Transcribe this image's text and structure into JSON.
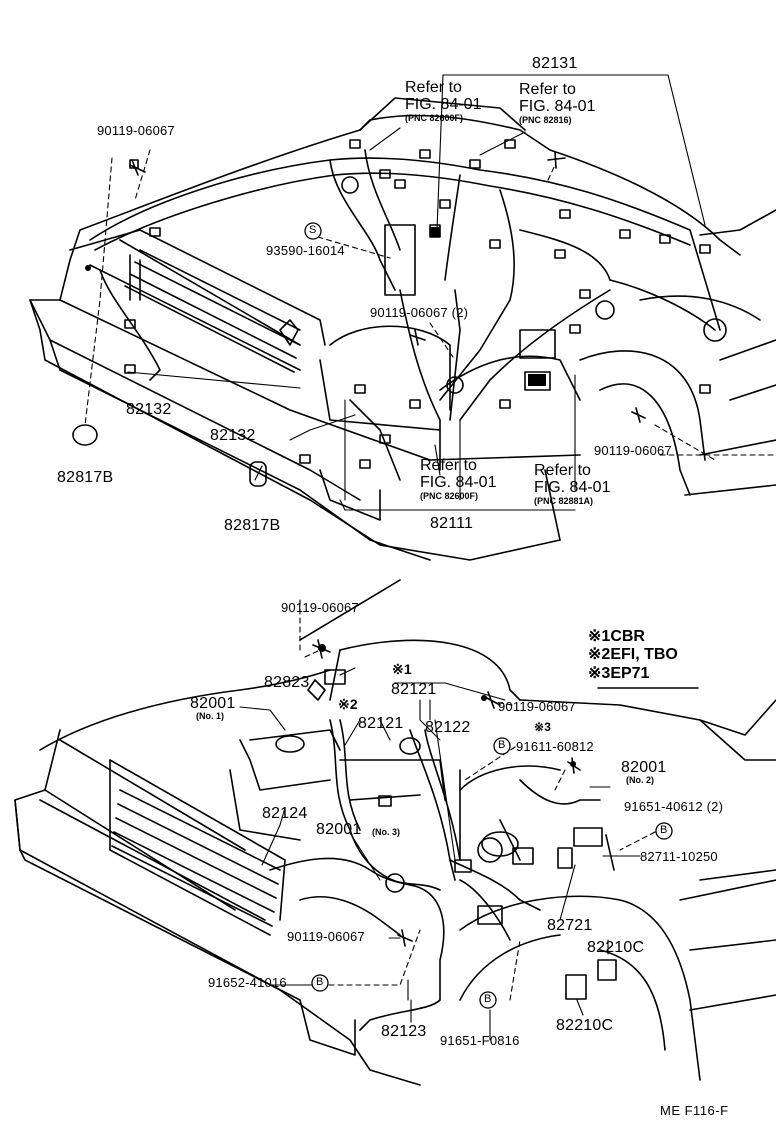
{
  "top": {
    "labels": {
      "p82131": "82131",
      "p90119_a": "90119-06067",
      "p93590": "93590-16014",
      "p90119_b": "90119-06067 (2)",
      "p82132_a": "82132",
      "p82132_b": "82132",
      "p82817b_a": "82817B",
      "p82817b_b": "82817B",
      "p90119_c": "90119-06067",
      "p82111": "82111"
    },
    "refs": [
      {
        "line1": "Refer to",
        "line2": "FIG. 84-01",
        "pnc": "(PNC 82600F)"
      },
      {
        "line1": "Refer to",
        "line2": "FIG. 84-01",
        "pnc": "(PNC 82816)"
      },
      {
        "line1": "Refer to",
        "line2": "FIG. 84-01",
        "pnc": "(PNC 82600F)"
      },
      {
        "line1": "Refer to",
        "line2": "FIG. 84-01",
        "pnc": "(PNC 82881A)"
      }
    ],
    "marker_s": "S"
  },
  "bottom": {
    "labels": {
      "p90119_d": "90119-06067",
      "p82823": "82823",
      "p82001_a": "82001",
      "p82001_a_no": "(No. 1)",
      "p82121_a": "82121",
      "p82121_b": "82121",
      "p82122": "82122",
      "p90119_e": "90119-06067",
      "p91611": "91611-60812",
      "p82001_b": "82001",
      "p82001_b_no": "(No. 2)",
      "p82124": "82124",
      "p82001_c": "82001",
      "p82001_c_no": "(No. 3)",
      "p91651_40612": "91651-40612 (2)",
      "p82711": "82711-10250",
      "p82721": "82721",
      "p90119_f": "90119-06067",
      "p82210c_a": "82210C",
      "p91652": "91652-41016",
      "p82210c_b": "82210C",
      "p82123": "82123",
      "p91651_f0816": "91651-F0816",
      "mark1": "※1",
      "mark2": "※2",
      "mark3": "※3"
    },
    "legend": [
      {
        "mark": "※1",
        "text": "CBR"
      },
      {
        "mark": "※2",
        "text": "EFI, TBO"
      },
      {
        "mark": "※3",
        "text": "EP71"
      }
    ],
    "marker_b": "B"
  },
  "footer_code": "ME  F116-F"
}
